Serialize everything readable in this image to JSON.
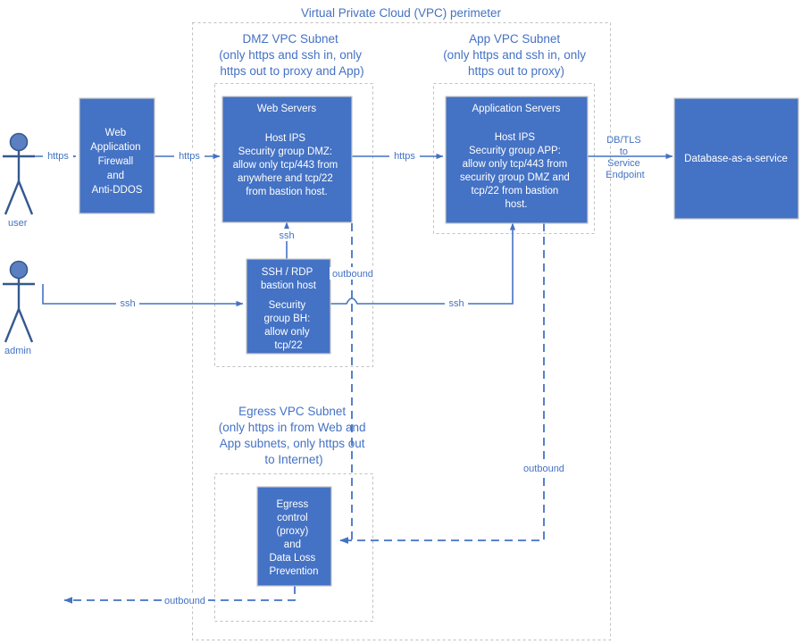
{
  "diagram": {
    "title": "Virtual Private Cloud (VPC) perimeter",
    "zones": [
      {
        "id": "dmz",
        "title_line1": "DMZ VPC Subnet",
        "title_line2": "(only https and ssh in, only",
        "title_line3": "https out to proxy and App)"
      },
      {
        "id": "app",
        "title_line1": "App VPC Subnet",
        "title_line2": "(only https and ssh in, only",
        "title_line3": "https out to proxy)"
      },
      {
        "id": "egress",
        "title_line1": "Egress VPC Subnet",
        "title_line2": "(only https in from Web and",
        "title_line3": "App subnets, only https out",
        "title_line4": "to Internet)"
      }
    ],
    "actors": [
      {
        "id": "user",
        "label": "user"
      },
      {
        "id": "admin",
        "label": "admin"
      }
    ],
    "nodes": [
      {
        "id": "waf",
        "lines": [
          "Web",
          "Application",
          "Firewall",
          "and",
          "Anti-DDOS"
        ]
      },
      {
        "id": "web-servers",
        "title": "Web Servers",
        "lines": [
          "Host IPS",
          "Security group DMZ:",
          "allow only tcp/443 from",
          "anywhere and tcp/22",
          "from bastion host."
        ]
      },
      {
        "id": "app-servers",
        "title": "Application Servers",
        "lines": [
          "Host IPS",
          "Security group APP:",
          "allow only tcp/443 from",
          "security group DMZ and",
          "tcp/22 from bastion",
          "host."
        ]
      },
      {
        "id": "bastion",
        "title_lines": [
          "SSH / RDP",
          "bastion host"
        ],
        "lines": [
          "Security",
          "group BH:",
          "allow only",
          "tcp/22"
        ]
      },
      {
        "id": "egress-proxy",
        "lines": [
          "Egress",
          "control",
          "(proxy)",
          "and",
          "Data Loss",
          "Prevention"
        ]
      },
      {
        "id": "database",
        "lines": [
          "Database-as-a-service"
        ]
      }
    ],
    "edges": [
      {
        "id": "user-waf",
        "label": "https"
      },
      {
        "id": "waf-web",
        "label": "https"
      },
      {
        "id": "web-app",
        "label": "https"
      },
      {
        "id": "app-db",
        "label_lines": [
          "DB/TLS",
          "to",
          "Service",
          "Endpoint"
        ]
      },
      {
        "id": "admin-bastion",
        "label": "ssh"
      },
      {
        "id": "bastion-web",
        "label": "ssh"
      },
      {
        "id": "bastion-app",
        "label": "ssh"
      },
      {
        "id": "web-outbound",
        "label": "outbound"
      },
      {
        "id": "app-outbound",
        "label": "outbound"
      },
      {
        "id": "proxy-internet",
        "label": "outbound"
      }
    ],
    "colors": {
      "node_fill": "#4472c4",
      "line": "#4472c4",
      "zone_border": "#bfbfbf",
      "text_on_node": "#ffffff",
      "actor": "#35598f"
    }
  }
}
